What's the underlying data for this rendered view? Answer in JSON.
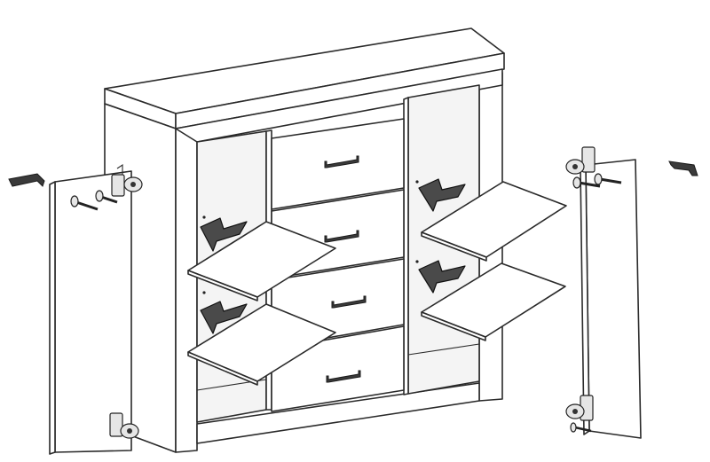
{
  "diagram": {
    "subject": "assembly-instruction-illustration",
    "colors": {
      "line": "#2a2a2a",
      "arrow": "#4a4a4a",
      "background": "#ffffff"
    },
    "parts": [
      "cabinet-body",
      "drawer",
      "shelf",
      "door",
      "hinge",
      "screw",
      "door-handle",
      "insertion-arrow"
    ],
    "counts": {
      "drawers": 4,
      "shelves": 4,
      "doors": 2,
      "arrows": 4
    }
  }
}
